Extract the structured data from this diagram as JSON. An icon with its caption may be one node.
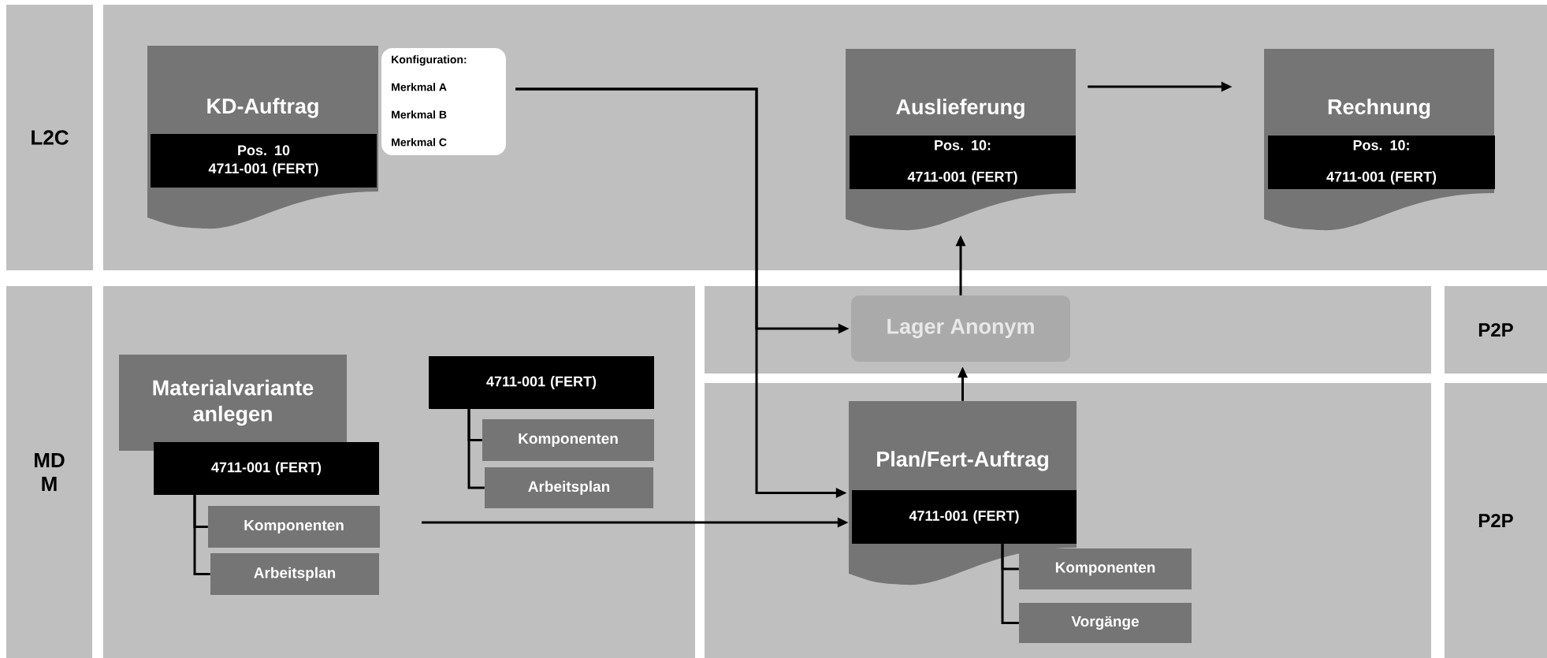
{
  "diagram": {
    "nodes": [
      {
        "text": [
          "L2C"
        ]
      },
      {
        "text": [
          "KD-Auftrag"
        ]
      },
      {
        "text": [
          "Pos. 10 4711-001 (FERT)"
        ],
        "in": 1
      },
      {
        "text": [
          "Konfiguration:",
          "Merkmal A",
          "Merkmal B",
          "Merkmal C"
        ]
      },
      {
        "text": [
          "Auslieferung"
        ]
      },
      {
        "text": [
          "Pos. 10: 4711-001 (FERT)"
        ],
        "in": 4
      },
      {
        "text": [
          "Rechnung"
        ]
      },
      {
        "text": [
          "Pos. 10: 4711-001 (FERT)"
        ],
        "in": 6
      },
      {
        "text": [
          "MD M"
        ]
      },
      {
        "text": [
          "Lager Anonym"
        ]
      },
      {
        "text": [
          "P2P"
        ]
      },
      {
        "text": [
          "Materialvariante anlegen"
        ]
      },
      {
        "text": [
          "4711-001 (FERT)"
        ]
      },
      {
        "text": [
          "Komponenten"
        ]
      },
      {
        "text": [
          "Arbeitsplan"
        ]
      },
      {
        "text": [
          "4711-001 (FERT)"
        ]
      },
      {
        "text": [
          "Komponenten"
        ]
      },
      {
        "text": [
          "Arbeitsplan"
        ]
      },
      {
        "text": [
          "Plan/Fert-Auftrag"
        ]
      },
      {
        "text": [
          "4711-001 (FERT)"
        ],
        "in": 18
      },
      {
        "text": [
          "Komponenten"
        ]
      },
      {
        "text": [
          "Vorgänge"
        ]
      },
      {
        "text": [
          "P2P"
        ]
      }
    ],
    "edges": [
      {
        "from": 3,
        "to": 9,
        "arrow": "to"
      },
      {
        "from": 3,
        "to": 18,
        "arrow": "to"
      },
      {
        "from": 4,
        "to": 6,
        "arrow": "to"
      },
      {
        "from": 9,
        "to": 4,
        "arrow": "to"
      },
      {
        "from": 18,
        "to": 9,
        "arrow": "to"
      },
      {
        "from": null,
        "to": 18,
        "arrow": "to"
      },
      {
        "from": 12,
        "to": 13,
        "arrow": "none"
      },
      {
        "from": 12,
        "to": 14,
        "arrow": "none"
      },
      {
        "from": 15,
        "to": 16,
        "arrow": "none"
      },
      {
        "from": 15,
        "to": 17,
        "arrow": "none"
      },
      {
        "from": 19,
        "to": 20,
        "arrow": "none"
      },
      {
        "from": 19,
        "to": 21,
        "arrow": "none"
      }
    ]
  }
}
